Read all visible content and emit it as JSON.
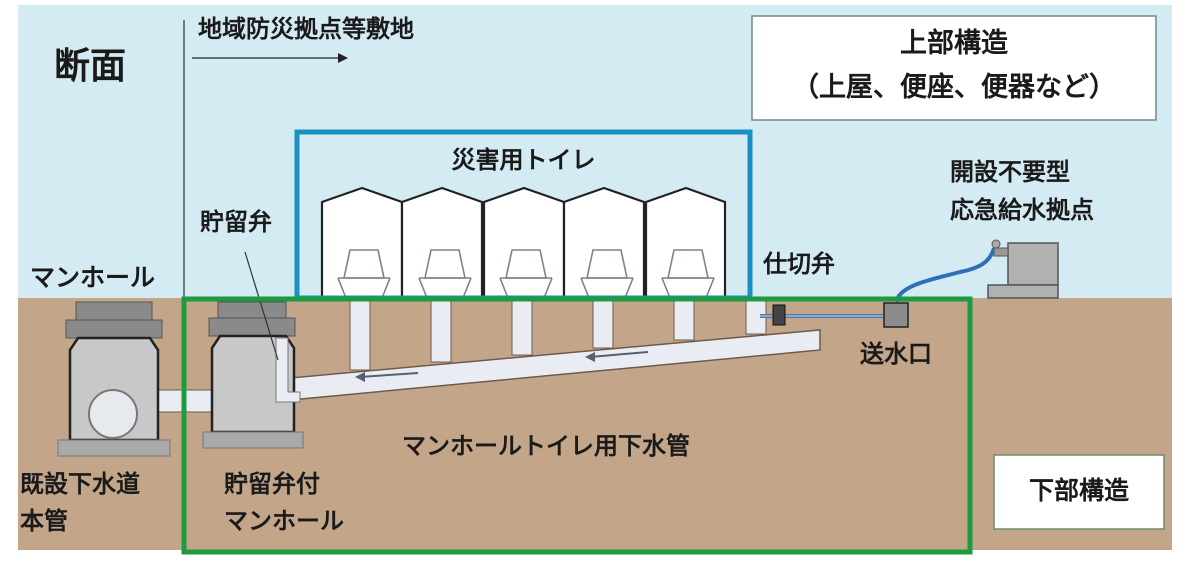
{
  "title": "断面",
  "site_label": "地域防災拠点等敷地",
  "upper_structure": {
    "title": "上部構造",
    "subtitle": "（上屋、便座、便器など）"
  },
  "lower_structure": {
    "title": "下部構造"
  },
  "disaster_toilet": {
    "label": "災害用トイレ",
    "booth_count": 5
  },
  "labels": {
    "manhole": "マンホール",
    "storage_valve": "貯留弁",
    "existing_sewer_line1": "既設下水道",
    "existing_sewer_line2": "本管",
    "valve_manhole_line1": "貯留弁付",
    "valve_manhole_line2": "マンホール",
    "toilet_sewer_pipe": "マンホールトイレ用下水管",
    "gate_valve": "仕切弁",
    "water_inlet": "送水口",
    "water_point_line1": "開設不要型",
    "water_point_line2": "応急給水拠点"
  },
  "colors": {
    "sky": "#d5ebf3",
    "ground": "#c3a68a",
    "toilet_box": "#1a8fc4",
    "lower_box": "#1e9b40",
    "pipe": "#e9edf3",
    "manhole": "#c4c4c4",
    "manhole_cap": "#8a8a8a",
    "water_hose": "#2e6fb8"
  }
}
